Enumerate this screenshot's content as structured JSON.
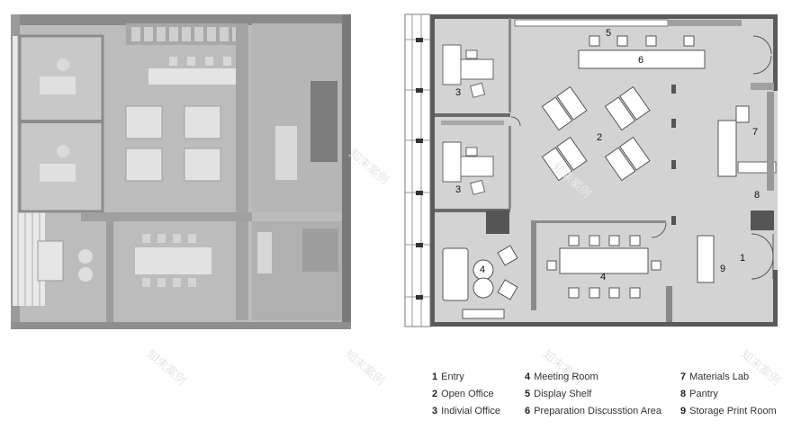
{
  "plan_labels": [
    {
      "id": "1",
      "room": "Entry"
    },
    {
      "id": "2",
      "room": "Open Office"
    },
    {
      "id": "3",
      "room": "Indivial Office"
    },
    {
      "id": "4",
      "room": "Meeting Room"
    },
    {
      "id": "5",
      "room": "Display Shelf"
    },
    {
      "id": "6",
      "room": "Preparation Discusstion Area"
    },
    {
      "id": "7",
      "room": "Materials Lab"
    },
    {
      "id": "8",
      "room": "Pantry"
    },
    {
      "id": "9",
      "room": "Storage Print Room"
    }
  ],
  "plan_markers": [
    "1",
    "2",
    "3",
    "3",
    "4",
    "4",
    "5",
    "6",
    "7",
    "8",
    "9"
  ],
  "watermark": "知末案例",
  "colors": {
    "floor": "#d3d3d3",
    "wall": "#6a6a6a",
    "furniture": "#ffffff",
    "render_wall": "#9a9a9a",
    "render_floor": "#c4c4c4",
    "text": "#222222"
  }
}
